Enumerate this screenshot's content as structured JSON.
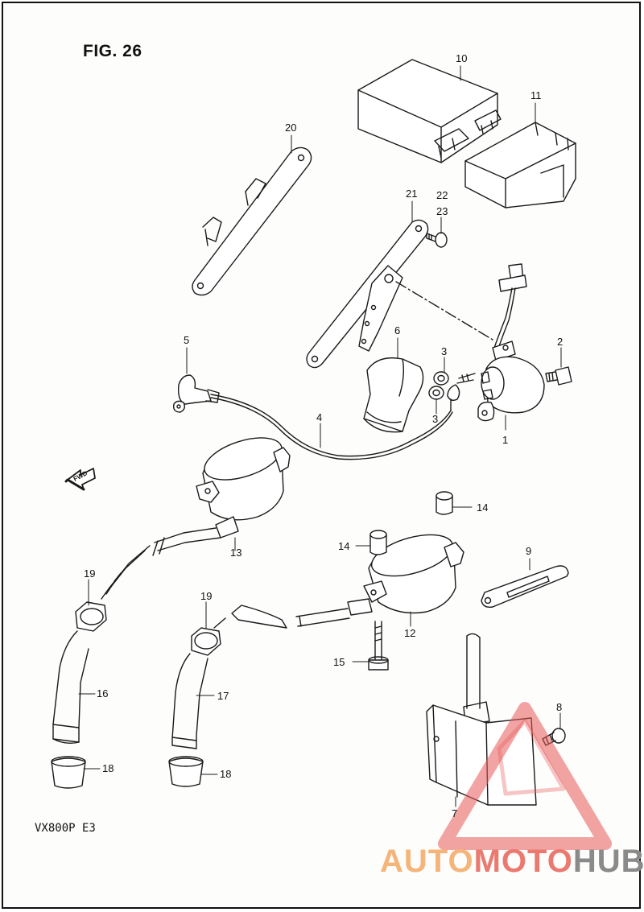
{
  "figure": {
    "title": "FIG. 26",
    "model": "VX800P  E3"
  },
  "callouts": {
    "c1": "1",
    "c2": "2",
    "c3a": "3",
    "c3b": "3",
    "c4": "4",
    "c5": "5",
    "c6": "6",
    "c7": "7",
    "c8": "8",
    "c9": "9",
    "c10": "10",
    "c11": "11",
    "c12": "12",
    "c13": "13",
    "c14a": "14",
    "c14b": "14",
    "c15": "15",
    "c16": "16",
    "c17": "17",
    "c18a": "18",
    "c18b": "18",
    "c19a": "19",
    "c19b": "19",
    "c20": "20",
    "c21": "21",
    "c22": "22",
    "c23": "23"
  },
  "fwd_arrow": {
    "label": "FWD"
  },
  "watermark": {
    "part1": "AUTO",
    "part2": "MOTO",
    "part3": "HUB",
    "color1": "#f4b47a",
    "color2": "#ea7a70",
    "color3": "#8a8a8a",
    "triangle_color": "#e85a5a"
  }
}
